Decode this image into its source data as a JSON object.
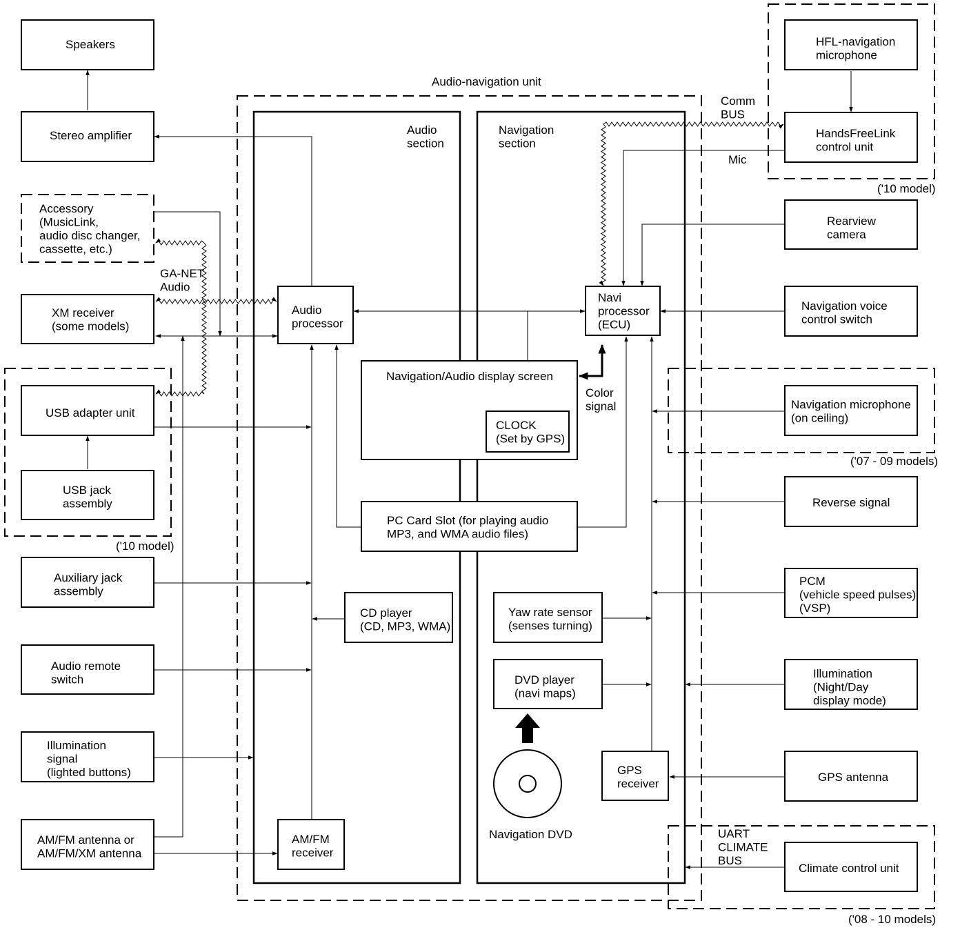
{
  "labels": {
    "unit_title": "Audio-navigation unit",
    "audio_section": [
      "Audio",
      "section"
    ],
    "navigation_section": [
      "Navigation",
      "section"
    ],
    "comm_bus": [
      "Comm",
      "BUS"
    ],
    "mic": "Mic",
    "ga_net": [
      "GA-NET",
      "Audio"
    ],
    "color_signal": [
      "Color",
      "signal"
    ],
    "uart": [
      "UART",
      "CLIMATE",
      "BUS"
    ],
    "model_10_top": "('10 model)",
    "model_07_09": "('07 - 09 models)",
    "model_10_left": "('10 model)",
    "model_08_10": "('08 - 10 models)",
    "navigation_dvd": "Navigation DVD"
  },
  "components": {
    "speakers": [
      "Speakers"
    ],
    "stereo_amp": [
      "Stereo amplifier"
    ],
    "accessory": [
      "Accessory",
      "(MusicLink,",
      "audio disc changer,",
      "cassette, etc.)"
    ],
    "xm_receiver": [
      "XM receiver",
      "(some models)"
    ],
    "usb_adapter": [
      "USB adapter unit"
    ],
    "usb_jack": [
      "USB jack",
      "assembly"
    ],
    "aux_jack": [
      "Auxiliary jack",
      "assembly"
    ],
    "audio_remote": [
      "Audio remote",
      "switch"
    ],
    "illum_signal": [
      "Illumination",
      "signal",
      "(lighted buttons)"
    ],
    "amfm_antenna": [
      "AM/FM antenna or",
      "AM/FM/XM antenna"
    ],
    "audio_processor": [
      "Audio",
      "processor"
    ],
    "amfm_receiver": [
      "AM/FM",
      "receiver"
    ],
    "display_screen": [
      "Navigation/Audio display screen"
    ],
    "clock": [
      "CLOCK",
      "(Set by GPS)"
    ],
    "pc_card": [
      "PC Card Slot (for playing audio",
      "MP3, and WMA audio files)"
    ],
    "cd_player": [
      "CD player",
      "(CD, MP3, WMA)"
    ],
    "yaw_sensor": [
      "Yaw rate sensor",
      "(senses turning)"
    ],
    "dvd_player": [
      "DVD player",
      "(navi maps)"
    ],
    "gps_receiver": [
      "GPS",
      "receiver"
    ],
    "navi_processor": [
      "Navi",
      "processor",
      "(ECU)"
    ],
    "hfl_mic": [
      "HFL-navigation",
      "microphone"
    ],
    "hfl_control": [
      "HandsFreeLink",
      "control unit"
    ],
    "rearview_camera": [
      "Rearview",
      "camera"
    ],
    "nav_voice_switch": [
      "Navigation voice",
      "control switch"
    ],
    "nav_microphone": [
      "Navigation microphone",
      "(on ceiling)"
    ],
    "reverse_signal": [
      "Reverse signal"
    ],
    "pcm": [
      "PCM",
      "(vehicle speed pulses)",
      "(VSP)"
    ],
    "illum_night_day": [
      "Illumination",
      "(Night/Day",
      "display mode)"
    ],
    "gps_antenna": [
      "GPS antenna"
    ],
    "climate_unit": [
      "Climate control unit"
    ]
  }
}
